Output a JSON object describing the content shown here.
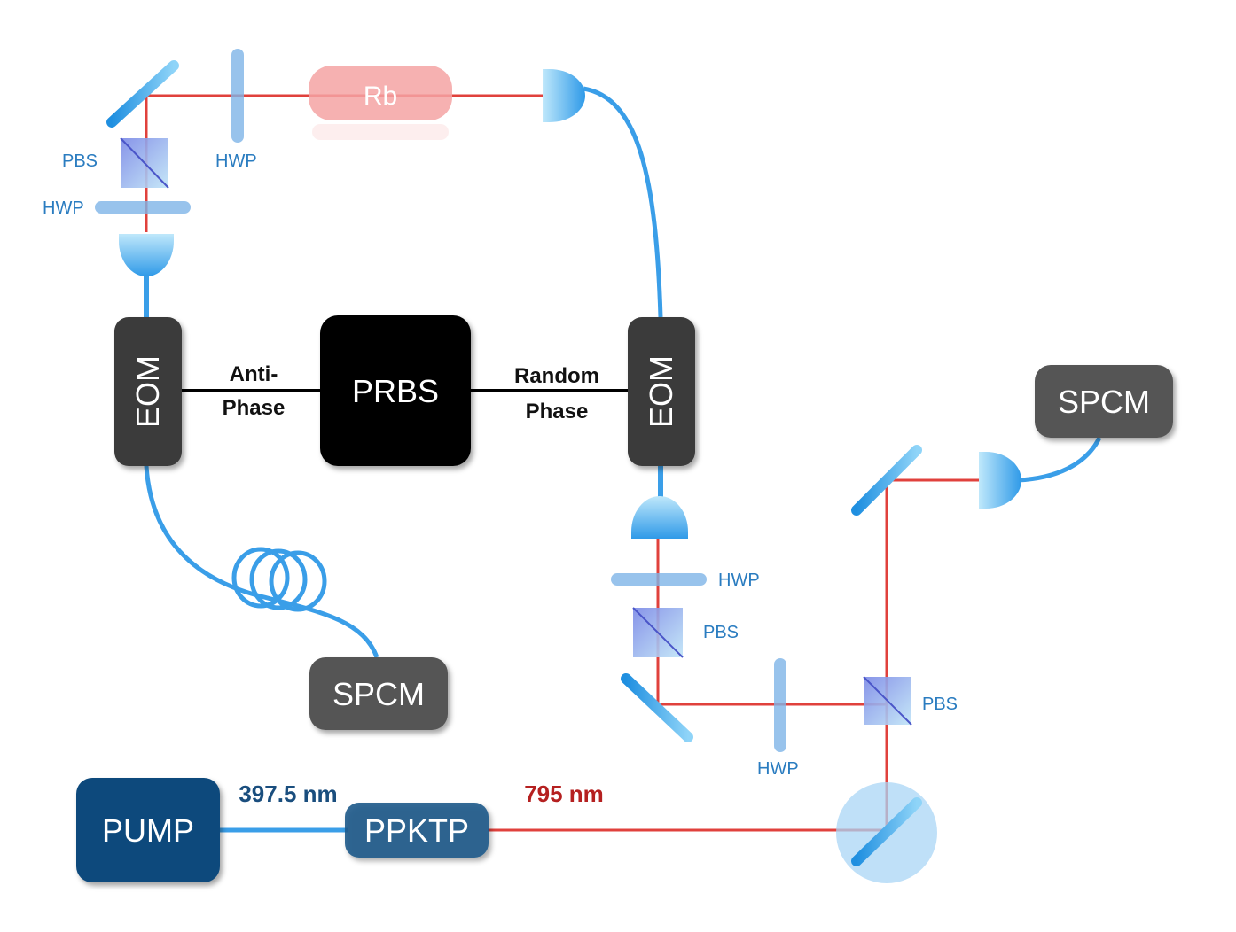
{
  "colors": {
    "fiber": "#3a9ee8",
    "beam": "#e0413c",
    "pump_box": "#0d4a7c",
    "spcm_box": "#555555",
    "eom_box": "#3a3a3a",
    "prbs_box": "#000000",
    "optic_label": "#2a7cc0",
    "wavelength_blue": "#1a4e7e",
    "wavelength_red": "#b52020"
  },
  "labels": {
    "pump": "PUMP",
    "ppktp": "PPKTP",
    "rb": "Rb",
    "prbs": "PRBS",
    "eom_left": "EOM",
    "eom_right": "EOM",
    "spcm_bottom": "SPCM",
    "spcm_right": "SPCM",
    "pbs_top": "PBS",
    "hwp_top_left": "HWP",
    "hwp_top_right": "HWP",
    "hwp_right": "HWP",
    "pbs_right": "PBS",
    "hwp_bottom": "HWP",
    "pbs_bottom": "PBS",
    "anti_phase_1": "Anti-",
    "anti_phase_2": "Phase",
    "random_phase_1": "Random",
    "random_phase_2": "Phase",
    "wavelength_pump": "397.5 nm",
    "wavelength_signal": "795 nm"
  }
}
